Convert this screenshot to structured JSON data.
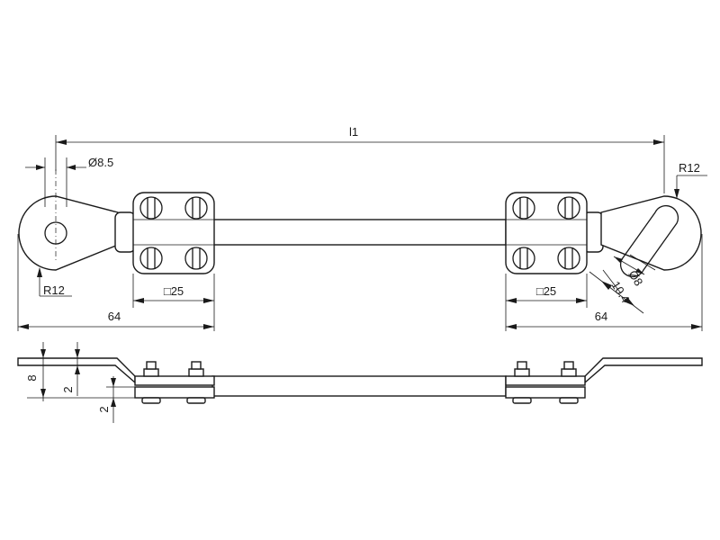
{
  "labels": {
    "l1": "l1",
    "hole_dia_left": "Ø8.5",
    "radius_left": "R12",
    "radius_right": "R12",
    "clamp_left": "□25",
    "clamp_right": "□25",
    "end_left": "64",
    "end_right": "64",
    "slot_dia": "Ø8",
    "slot_len": "10.4",
    "thick_total": "8",
    "thick_strap": "2",
    "thick_clamp": "2"
  }
}
